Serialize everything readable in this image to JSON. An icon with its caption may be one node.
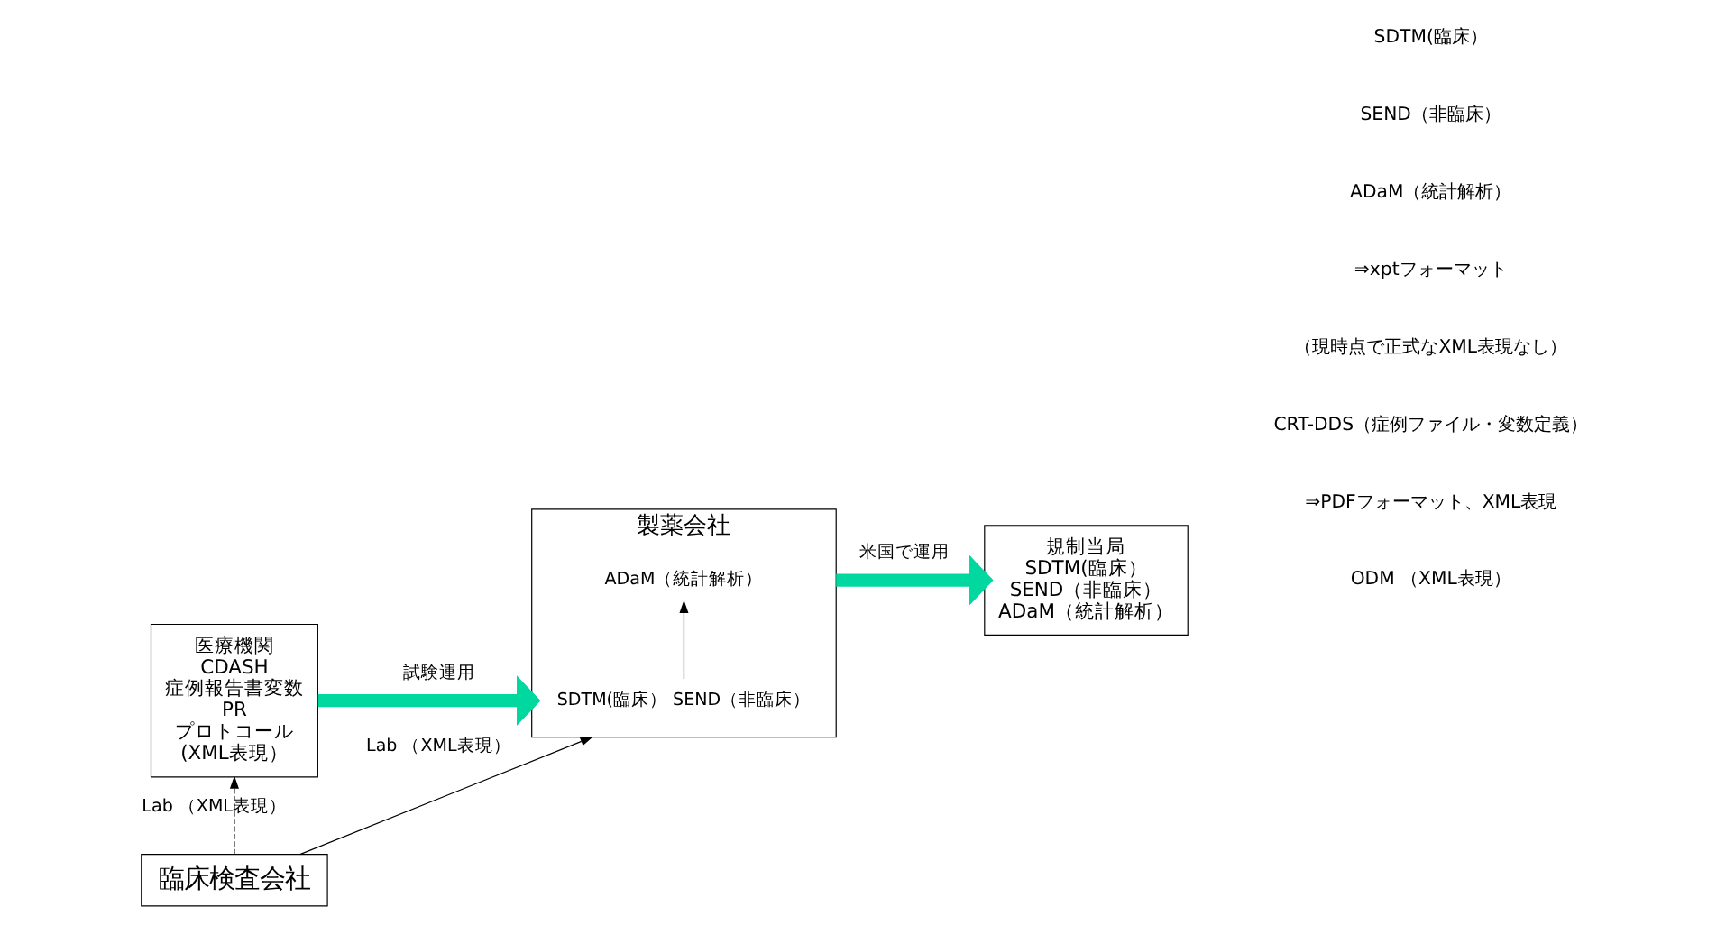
{
  "diagram": {
    "nodes": [
      {
        "text": [
          "医療機関",
          "CDASH",
          "症例報告書変数",
          "PR",
          "プロトコール",
          "(XML表現）"
        ]
      },
      {
        "text": [
          "製薬会社"
        ]
      },
      {
        "text": [
          "SDTM(臨床） SEND（非臨床）"
        ],
        "in": 1
      },
      {
        "text": [
          "ADaM（統計解析）"
        ],
        "in": 1
      },
      {
        "text": [
          "規制当局",
          "SDTM(臨床）",
          "SEND（非臨床）",
          "ADaM（統計解析）"
        ]
      },
      {
        "text": [
          "臨床検査会社"
        ]
      }
    ],
    "edges": [
      {
        "from": 0,
        "to": 1,
        "arrow": "to",
        "label": "試験運用",
        "style": "thick",
        "color": "#00d8a0"
      },
      {
        "from": 2,
        "to": 3,
        "arrow": "to"
      },
      {
        "from": 1,
        "to": 4,
        "arrow": "to",
        "label": "米国で運用",
        "style": "thick",
        "color": "#00d8a0"
      },
      {
        "from": 5,
        "to": 0,
        "arrow": "to",
        "label": "Lab （XML表現）",
        "style": "dashed"
      },
      {
        "from": 5,
        "to": 1,
        "arrow": "to",
        "label": "Lab （XML表現）"
      }
    ],
    "labels": [
      "ODM （XML表現）",
      "SDTM(臨床）",
      "SEND（非臨床）",
      "ADaM（統計解析）",
      "⇒xptフォーマット",
      "（現時点で正式なXML表現なし）",
      "CRT-DDS（症例ファイル・変数定義）",
      "⇒PDFフォーマット、XML表現"
    ]
  }
}
